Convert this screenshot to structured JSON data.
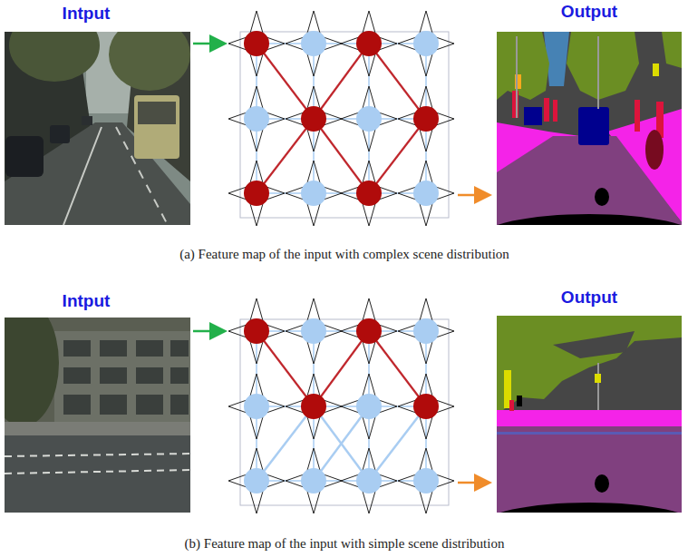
{
  "diagram": {
    "labels": [
      "Intput",
      "Output",
      "(a) Feature map of the input with complex scene distribution",
      "Intput",
      "Output",
      "(b) Feature map of the input with simple scene distribution"
    ]
  }
}
